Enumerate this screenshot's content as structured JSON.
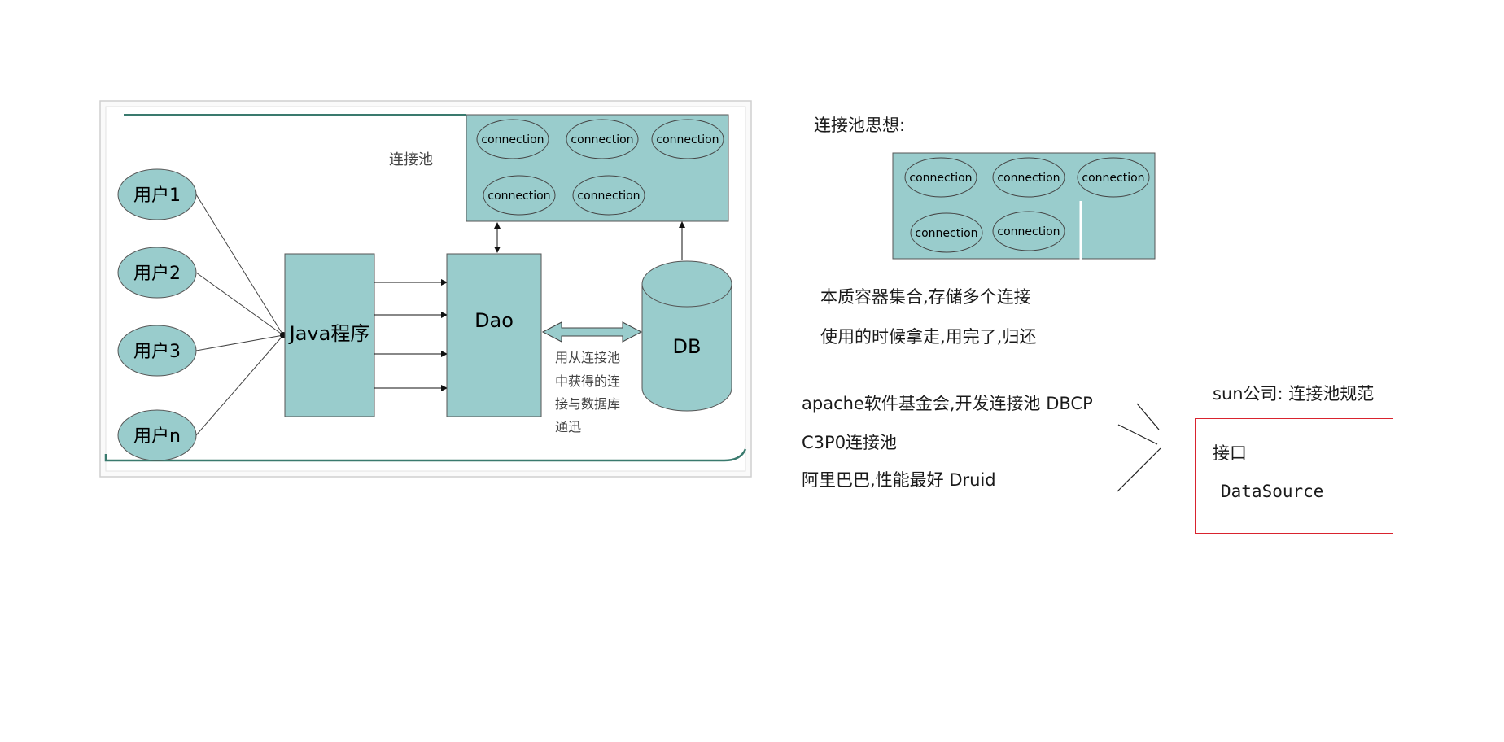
{
  "left_diagram": {
    "pool_label": "连接池",
    "connections": [
      "connection",
      "connection",
      "connection",
      "connection",
      "connection"
    ],
    "users": [
      "用户1",
      "用户2",
      "用户3",
      "用户n"
    ],
    "java_label": "Java程序",
    "dao_label": "Dao",
    "db_label": "DB",
    "comm_note": [
      "用从连接池",
      "中获得的连",
      "接与数据库",
      "通迅"
    ]
  },
  "notes": {
    "idea_title": "连接池思想:",
    "mini_pool_connections": [
      "connection",
      "connection",
      "connection",
      "connection",
      "connection"
    ],
    "essence": "本质容器集合,存储多个连接",
    "usage": "使用的时候拿走,用完了,归还",
    "impl_1": "apache软件基金会,开发连接池 DBCP",
    "impl_2": "C3P0连接池",
    "impl_3": "阿里巴巴,性能最好  Druid",
    "spec_title": "sun公司: 连接池规范",
    "spec_interface": "接口",
    "spec_name": "DataSource"
  },
  "colors": {
    "teal": "#99cccc",
    "spec_border": "#d9232e"
  }
}
